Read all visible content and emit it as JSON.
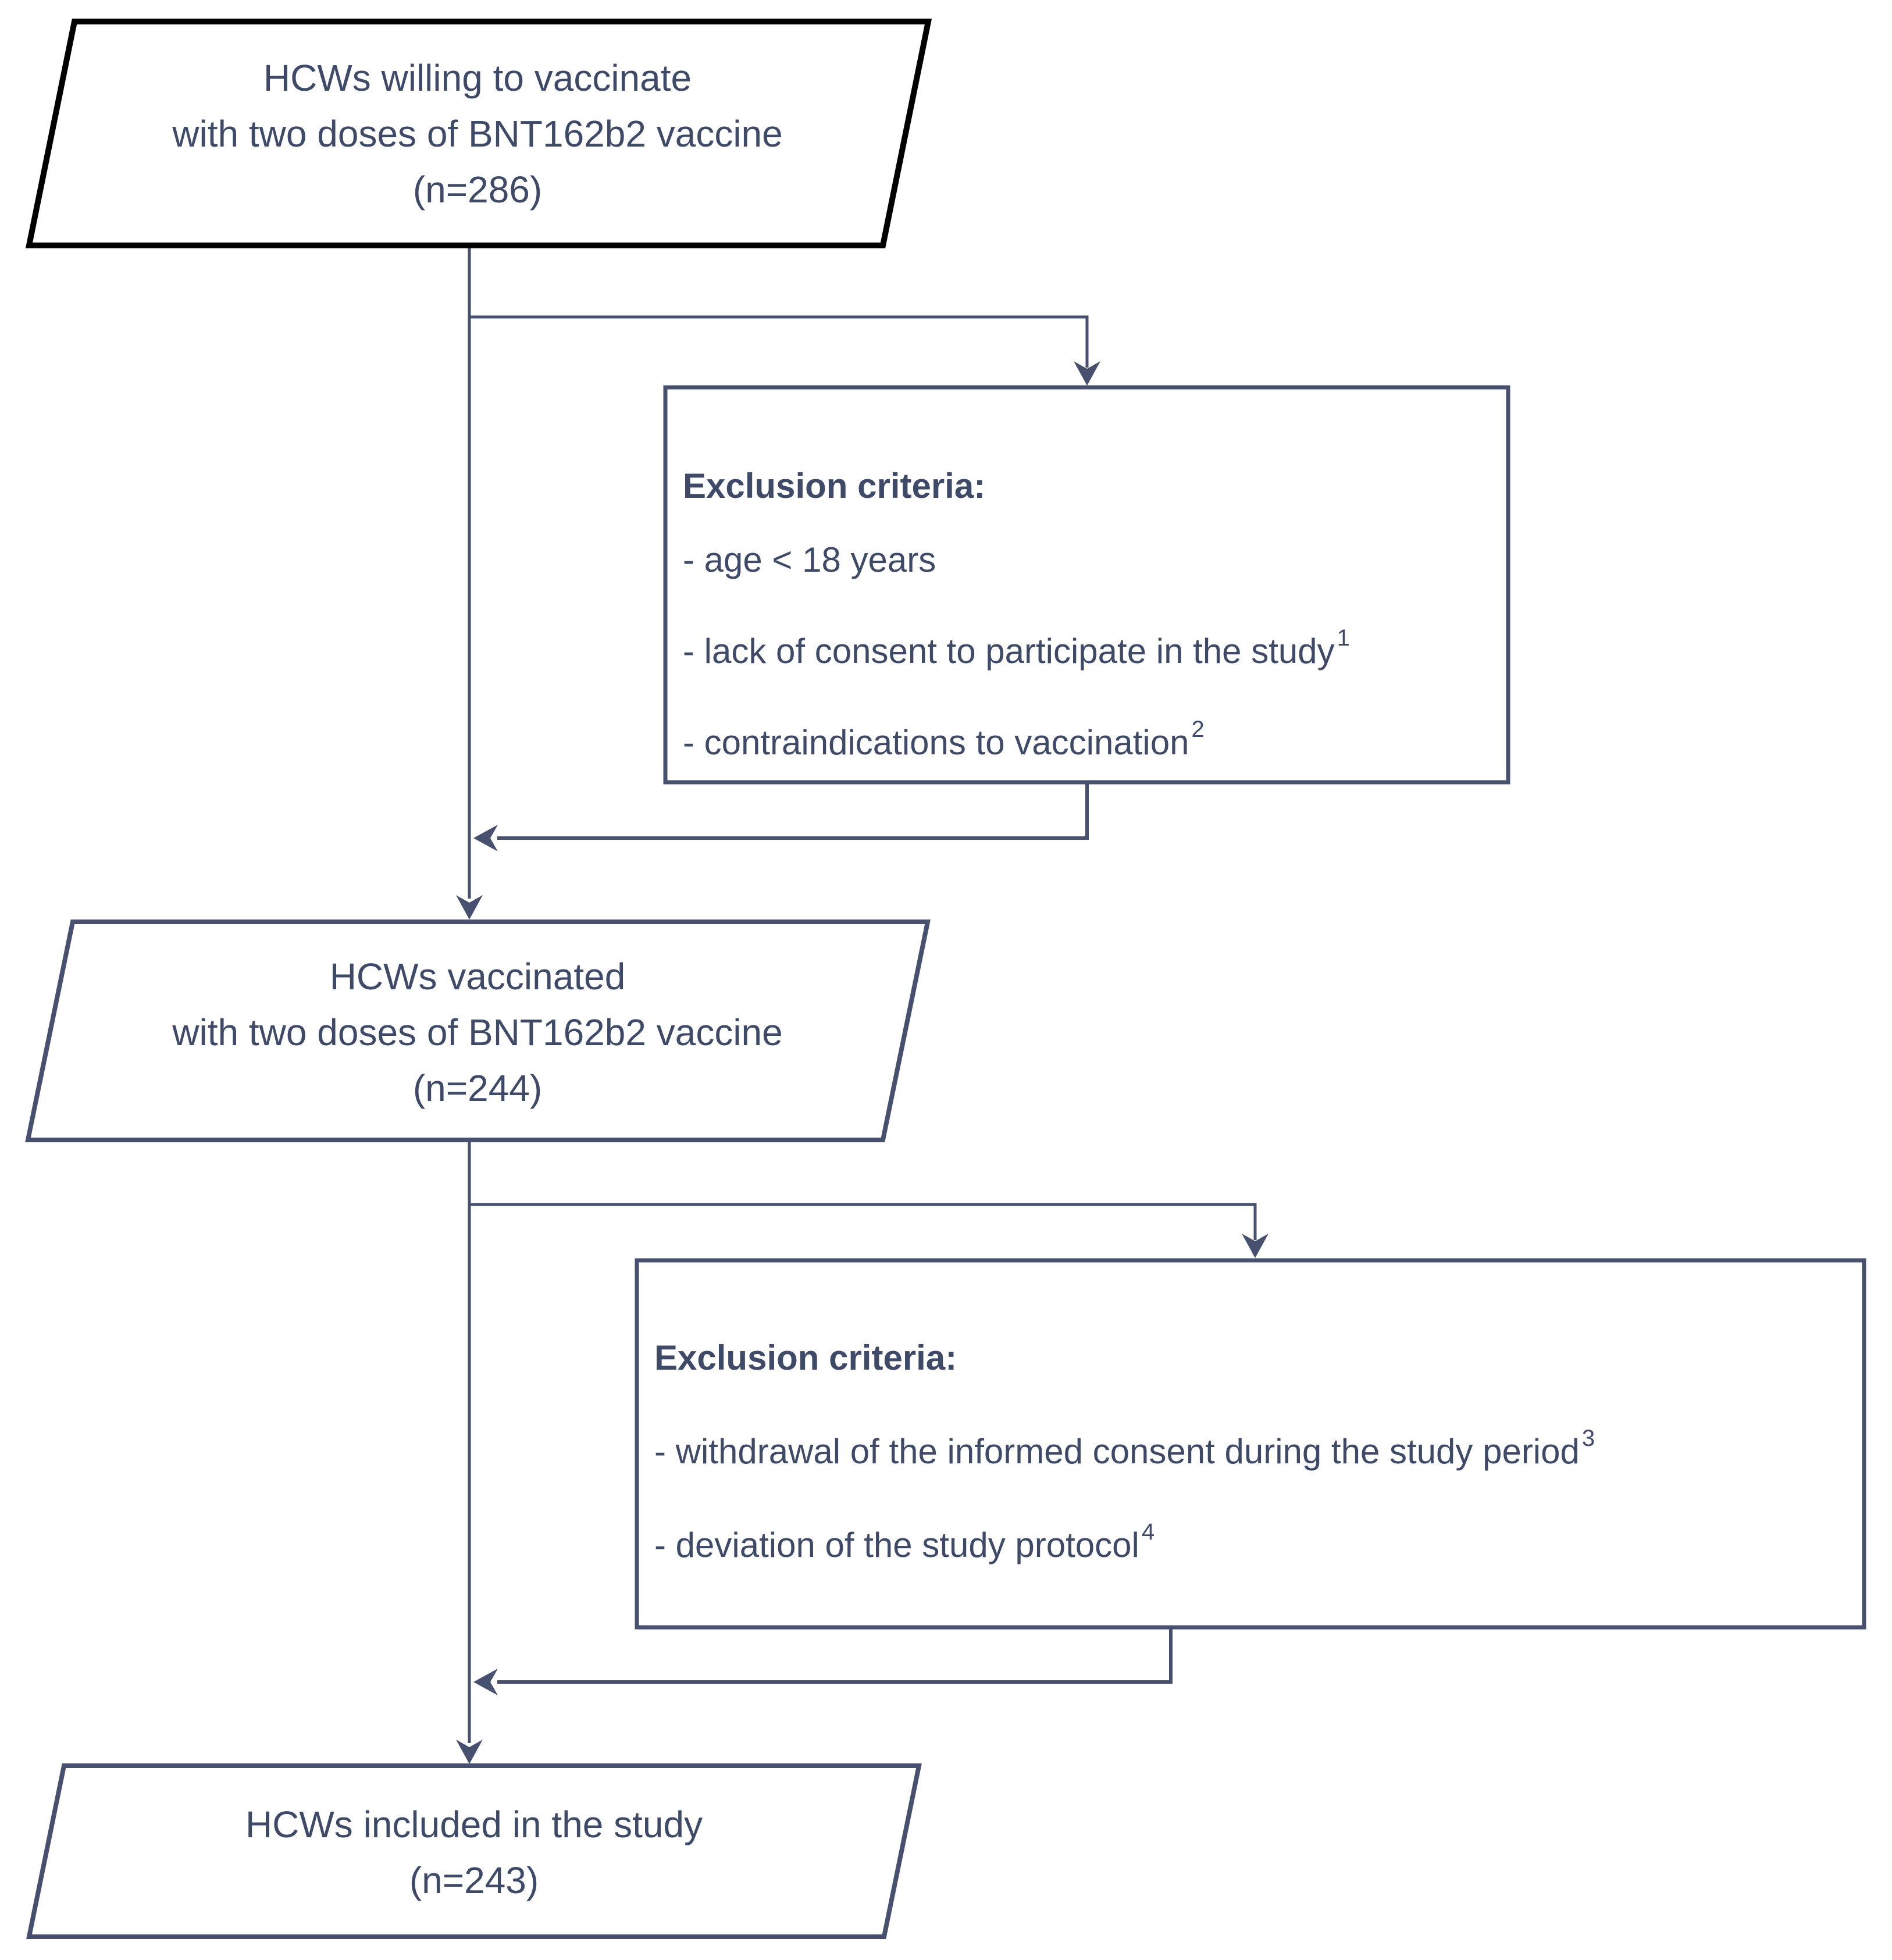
{
  "diagram": {
    "type": "flowchart",
    "nodes": {
      "willing": {
        "shape": "parallelogram",
        "lines": [
          "HCWs willing to vaccinate",
          "with two doses of BNT162b2 vaccine",
          "(n=286)"
        ]
      },
      "exclusion1": {
        "shape": "rectangle",
        "title": "Exclusion criteria:",
        "items": [
          {
            "text": "- age < 18 years",
            "sup": ""
          },
          {
            "text": "- lack of consent to participate in the study",
            "sup": "1"
          },
          {
            "text": "- contraindications to vaccination",
            "sup": "2"
          }
        ]
      },
      "vaccinated": {
        "shape": "parallelogram",
        "lines": [
          "HCWs vaccinated",
          "with two doses of BNT162b2 vaccine",
          "(n=244)"
        ]
      },
      "exclusion2": {
        "shape": "rectangle",
        "title": "Exclusion criteria:",
        "items": [
          {
            "text": "- withdrawal of the informed consent during the study period",
            "sup": "3"
          },
          {
            "text": "- deviation of the study protocol",
            "sup": "4"
          }
        ]
      },
      "included": {
        "shape": "parallelogram",
        "lines": [
          "HCWs included in the study",
          "(n=243)"
        ]
      }
    },
    "edges": [
      "willing -> exclusion1",
      "exclusion1 -> main-flow",
      "willing -> vaccinated",
      "vaccinated -> exclusion2",
      "exclusion2 -> main-flow",
      "vaccinated -> included"
    ],
    "colors": {
      "connector": "#47506e",
      "box_border": "#47506e",
      "top_node_border": "#000000",
      "text": "#3e4a68",
      "background": "#ffffff"
    }
  }
}
